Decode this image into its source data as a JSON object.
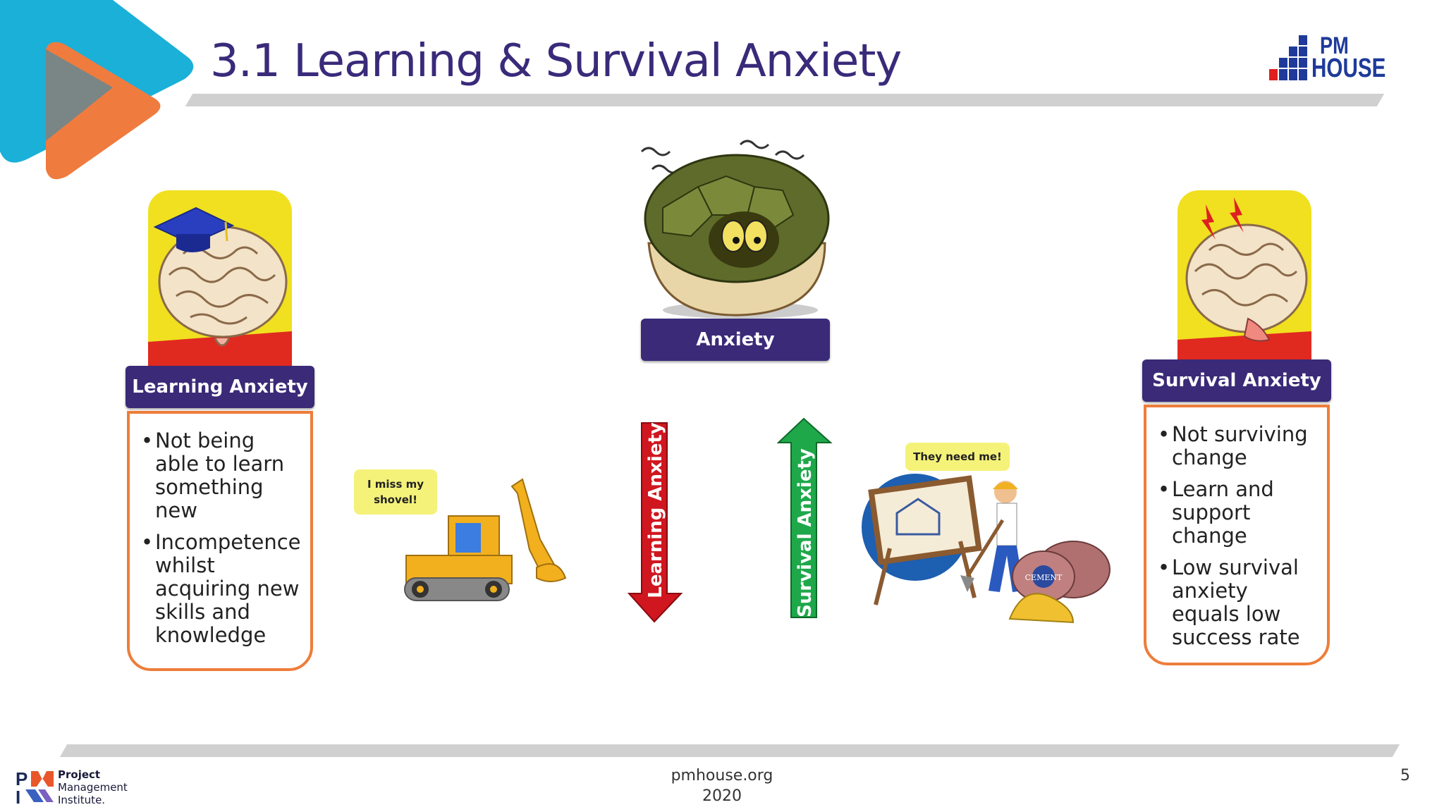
{
  "slide": {
    "title": "3.1 Learning & Survival Anxiety",
    "logo_line1": "PM",
    "logo_line2": "HOUSE",
    "page_number": "5"
  },
  "center": {
    "anxiety_label": "Anxiety",
    "down_arrow_label": "Learning Anxiety",
    "up_arrow_label": "Survival Anxiety",
    "down_arrow_color": "#d0161f",
    "up_arrow_color": "#1ea84a"
  },
  "learning": {
    "label": "Learning Anxiety",
    "items": [
      "Not being able to learn something new",
      "Incompetence whilst acquiring new skills and knowledge"
    ],
    "bubble_text": "I miss my shovel!"
  },
  "survival": {
    "label": "Survival Anxiety",
    "items": [
      "Not surviving change",
      "Learn and support change",
      "Low survival anxiety equals low success rate"
    ],
    "bubble_text": "They need me!",
    "sack_text": "CEMENT"
  },
  "footer": {
    "site": "pmhouse.org",
    "year": "2020",
    "pmi_line1": "Project",
    "pmi_line2": "Management",
    "pmi_line3": "Institute."
  },
  "colors": {
    "title": "#3a2a7a",
    "label_bg": "#3a2a78",
    "list_border": "#ee7d3b",
    "brain_bg": "#f0e020",
    "logo_blue": "#1f3a9a",
    "logo_red": "#e02020"
  }
}
